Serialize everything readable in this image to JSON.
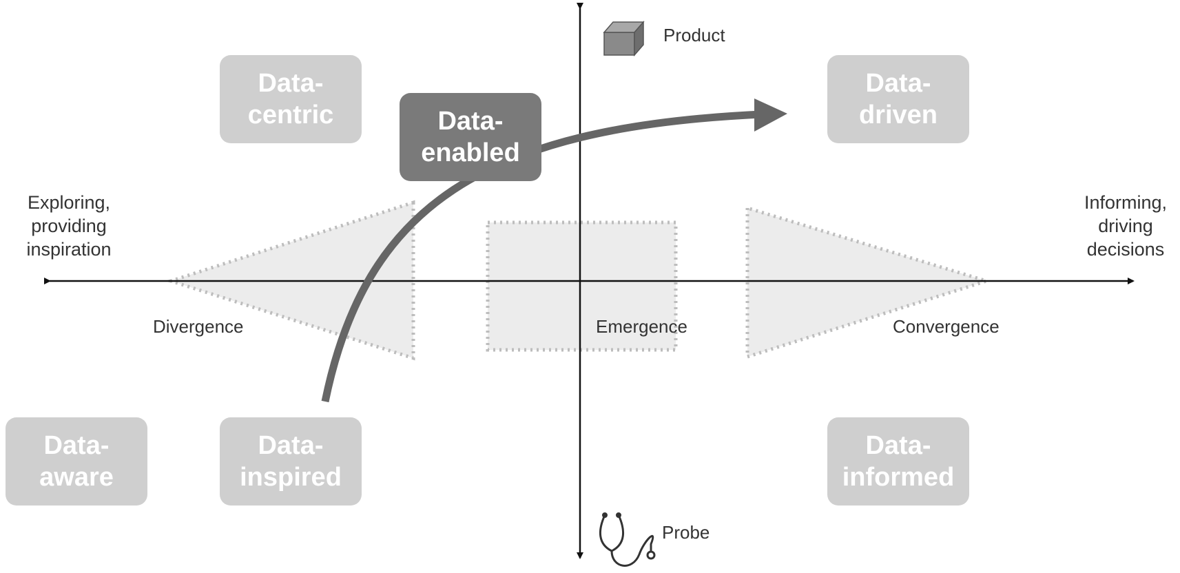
{
  "axes": {
    "left": [
      "Exploring,",
      "providing",
      "inspiration"
    ],
    "right": [
      "Informing,",
      "driving",
      "decisions"
    ],
    "top": "Product",
    "bottom": "Probe"
  },
  "phases": {
    "divergence": "Divergence",
    "emergence": "Emergence",
    "convergence": "Convergence"
  },
  "boxes": {
    "data_centric": [
      "Data-",
      "centric"
    ],
    "data_enabled": [
      "Data-",
      "enabled"
    ],
    "data_driven": [
      "Data-",
      "driven"
    ],
    "data_aware": [
      "Data-",
      "aware"
    ],
    "data_inspired": [
      "Data-",
      "inspired"
    ],
    "data_informed": [
      "Data-",
      "informed"
    ]
  },
  "icons": {
    "top": "box-icon",
    "bottom": "stethoscope-icon"
  },
  "colors": {
    "box_inactive": "#cfcfcf",
    "box_active": "#7a7a7a",
    "arrow": "#666666",
    "zone_fill": "#ececec",
    "zone_border": "#bdbdbd",
    "axis": "#111111"
  }
}
